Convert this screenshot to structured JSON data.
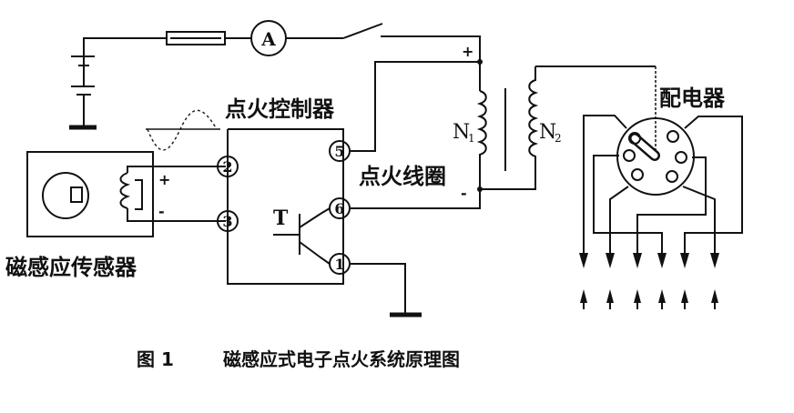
{
  "labels": {
    "controller": "点火控制器",
    "sensor": "磁感应传感器",
    "coil": "点火线圈",
    "distributor": "配电器",
    "ammeter": "A",
    "transistor": "T",
    "n1": "N",
    "n1_sub": "1",
    "n2": "N",
    "n2_sub": "2",
    "plus": "+",
    "minus": "-"
  },
  "terminals": [
    "2",
    "3",
    "5",
    "6",
    "1"
  ],
  "caption": {
    "figure": "图 1",
    "title": "磁感应式电子点火系统原理图"
  }
}
